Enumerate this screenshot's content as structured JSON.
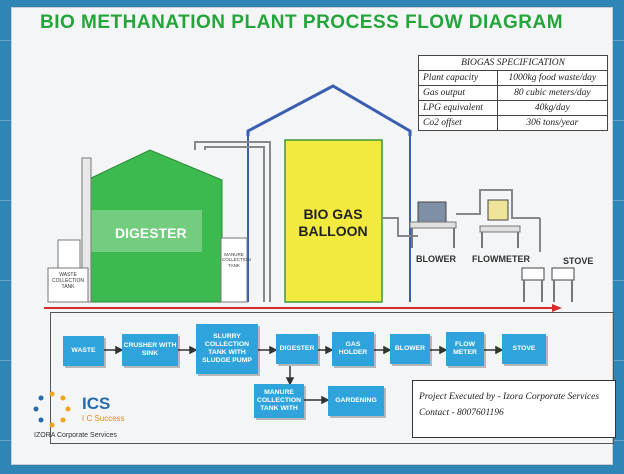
{
  "title": "BIO METHANATION PLANT PROCESS FLOW DIAGRAM",
  "spec": {
    "heading": "BIOGAS SPECIFICATION",
    "rows": [
      {
        "label": "Plant capacity",
        "value": "1000kg food waste/day"
      },
      {
        "label": "Gas output",
        "value": "80 cubic meters/day"
      },
      {
        "label": "LPG equivalent",
        "value": "40kg/day"
      },
      {
        "label": "Co2 offset",
        "value": "306 tons/year"
      }
    ]
  },
  "diagram": {
    "digester": "DIGESTER",
    "balloon": "BIO GAS BALLOON",
    "blower": "BLOWER",
    "flowmeter": "FLOWMETER",
    "stove": "STOVE",
    "waste_tank": "WASTE COLLECTION TANK",
    "manure_tank": "MANURE COLLECTION TANK"
  },
  "flow": {
    "waste": "WASTE",
    "crusher": "CRUSHER WITH SINK",
    "slurry": "SLURRY COLLECTION TANK WITH SLUDGE PUMP",
    "digester": "DIGESTER",
    "gas_holder": "GAS HOLDER",
    "blower": "BLOWER",
    "flow_meter": "FLOW METER",
    "stove": "STOVE",
    "manure": "MANURE COLLECTION TANK WITH",
    "gardening": "GARDENING"
  },
  "project": {
    "executed": "Project Executed by - Izora Corporate Services",
    "contact": "Contact - 8007601196"
  },
  "logo": {
    "name": "ICS",
    "tagline": "I C Success",
    "company": "IZORA Corporate Services"
  },
  "colors": {
    "title": "#24a53a",
    "digester": "#3dba4f",
    "balloon": "#f2ea3e",
    "flow_box": "#2ea3dc",
    "pipe": "#3a5fb0",
    "arrow": "#d82a2a"
  }
}
